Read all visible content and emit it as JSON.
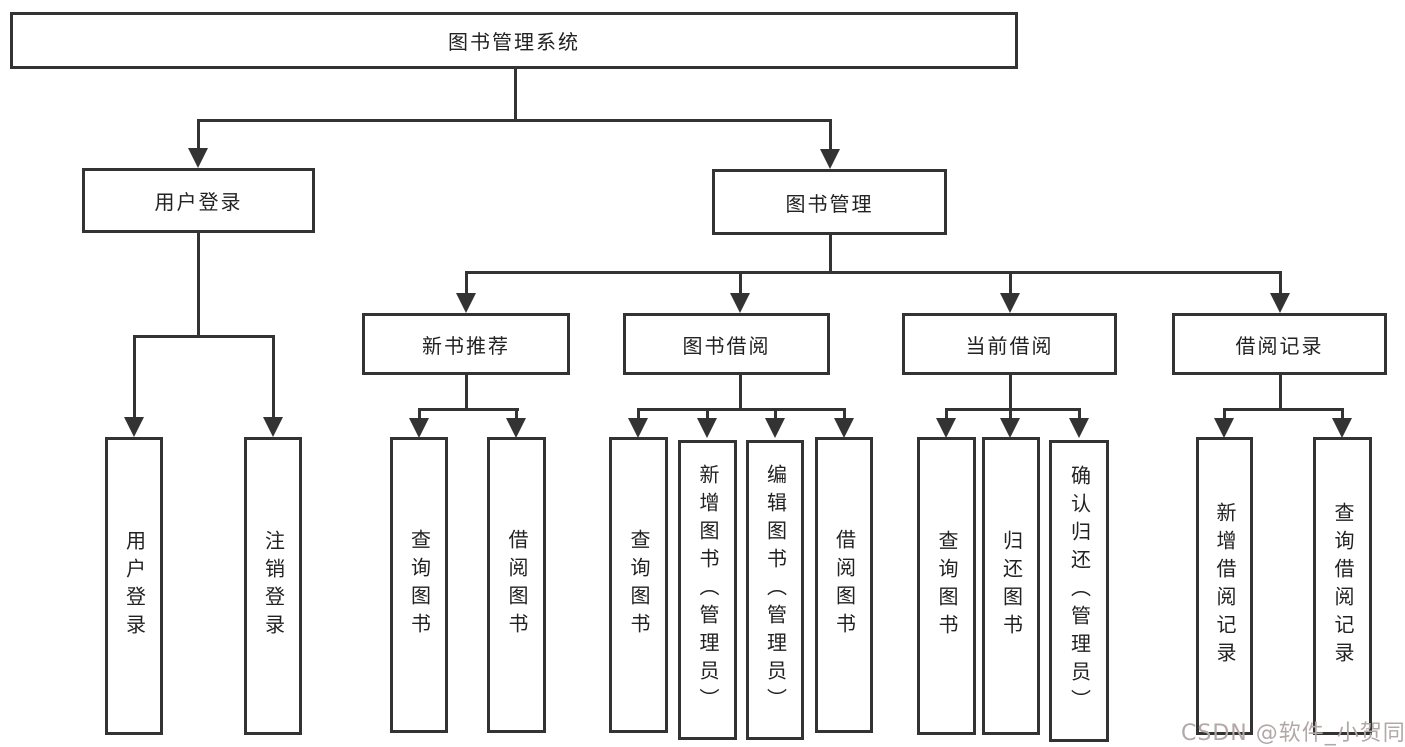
{
  "diagram": {
    "title": "图书管理系统",
    "level2": {
      "user_login": "用户登录",
      "book_mgmt": "图书管理"
    },
    "level3": {
      "new_rec": "新书推荐",
      "borrow": "图书借阅",
      "current": "当前借阅",
      "records": "借阅记录"
    },
    "leaves": {
      "user": [
        "用户登录",
        "注销登录"
      ],
      "rec": [
        "查询图书",
        "借阅图书"
      ],
      "borrow": [
        "查询图书",
        "新增图书（管理员）",
        "编辑图书（管理员）",
        "借阅图书"
      ],
      "current": [
        "查询图书",
        "归还图书",
        "确认归还（管理员）"
      ],
      "records": [
        "新增借阅记录",
        "查询借阅记录"
      ]
    }
  },
  "watermark": "CSDN @软件_小贺同学",
  "colors": {
    "line": "#333333",
    "text": "#222222",
    "watermark": "#b3a7a7",
    "background": "#ffffff"
  }
}
